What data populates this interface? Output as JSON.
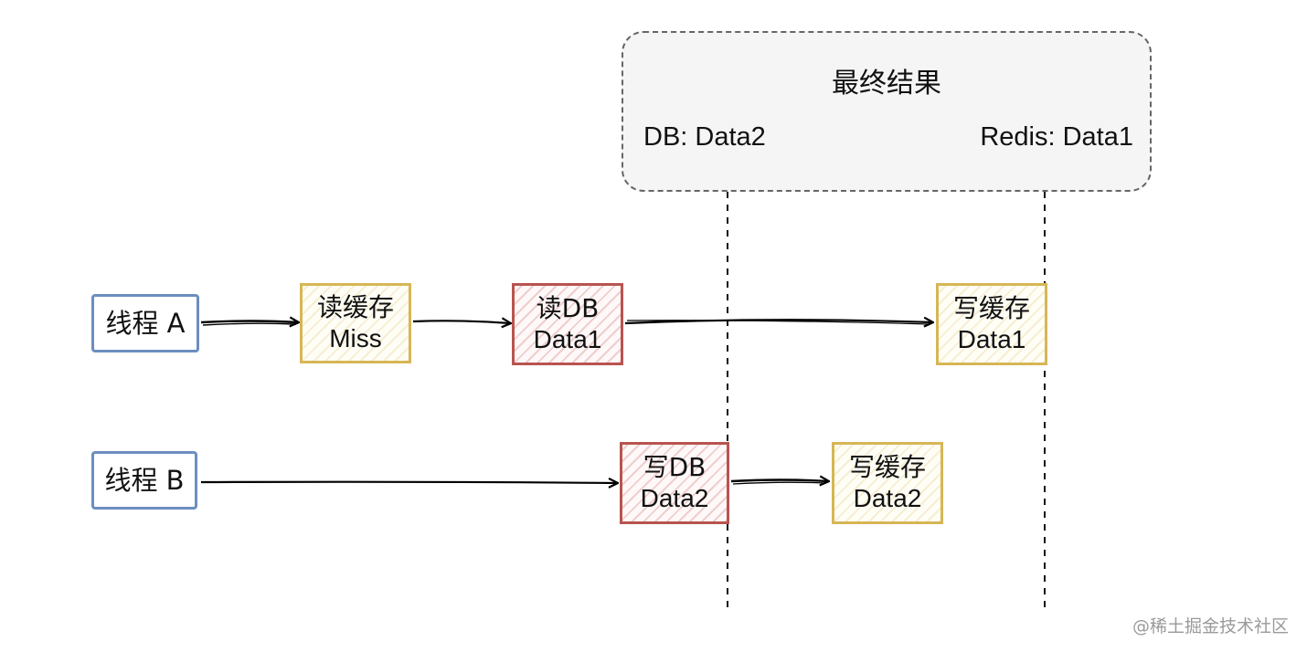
{
  "result": {
    "title": "最终结果",
    "db_label": "DB: Data2",
    "redis_label": "Redis: Data1"
  },
  "nodes": {
    "thread_a": {
      "label": "线程 A"
    },
    "a_read_cache": {
      "line1": "读缓存",
      "line2": "Miss"
    },
    "a_read_db": {
      "line1": "读DB",
      "line2": "Data1"
    },
    "a_write_cache": {
      "line1": "写缓存",
      "line2": "Data1"
    },
    "thread_b": {
      "label": "线程 B"
    },
    "b_write_db": {
      "line1": "写DB",
      "line2": "Data2"
    },
    "b_write_cache": {
      "line1": "写缓存",
      "line2": "Data2"
    }
  },
  "colors": {
    "thread": "#6c8ebf",
    "cache": "#d6b656",
    "db": "#b85450",
    "result_border": "#666666",
    "result_fill": "#f5f5f5"
  },
  "watermark": "@稀土掘金技术社区"
}
